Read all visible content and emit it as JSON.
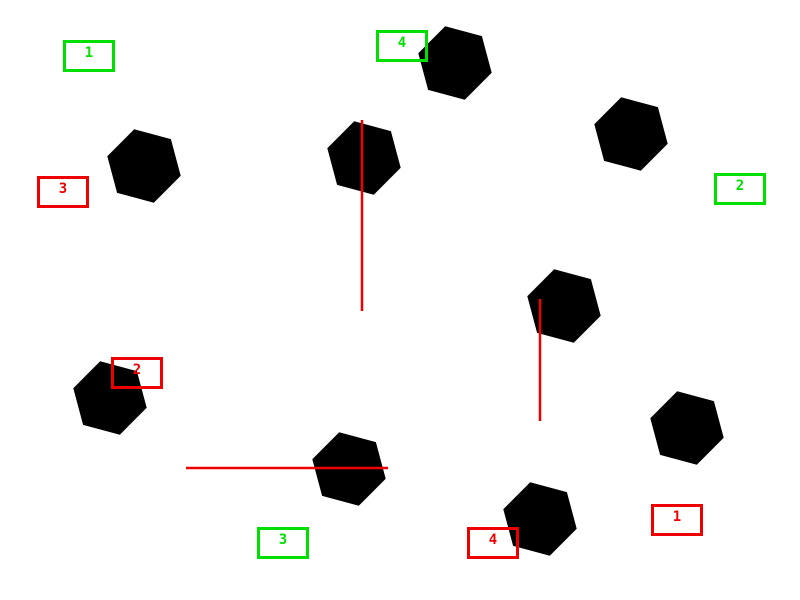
{
  "colors": {
    "background": "#ffffff",
    "hexagon_fill": "#000000",
    "green": "#00e000",
    "red": "#ee0000"
  },
  "hexagons": [
    {
      "name": "hexagon-top-center"
    },
    {
      "name": "hexagon-top-right"
    },
    {
      "name": "hexagon-left"
    },
    {
      "name": "hexagon-center"
    },
    {
      "name": "hexagon-middle-right"
    },
    {
      "name": "hexagon-lower-left"
    },
    {
      "name": "hexagon-far-right"
    },
    {
      "name": "hexagon-bottom-center"
    },
    {
      "name": "hexagon-bottom-right"
    }
  ],
  "lines": [
    {
      "name": "red-vertical-line-center"
    },
    {
      "name": "red-vertical-line-right"
    },
    {
      "name": "red-horizontal-line-bottom"
    }
  ],
  "labels": [
    {
      "name": "green-label-1",
      "text": "1",
      "color": "green"
    },
    {
      "name": "green-label-4",
      "text": "4",
      "color": "green"
    },
    {
      "name": "green-label-2",
      "text": "2",
      "color": "green"
    },
    {
      "name": "green-label-3",
      "text": "3",
      "color": "green"
    },
    {
      "name": "red-label-3",
      "text": "3",
      "color": "red"
    },
    {
      "name": "red-label-2",
      "text": "2",
      "color": "red"
    },
    {
      "name": "red-label-1",
      "text": "1",
      "color": "red"
    },
    {
      "name": "red-label-4",
      "text": "4",
      "color": "red"
    }
  ]
}
